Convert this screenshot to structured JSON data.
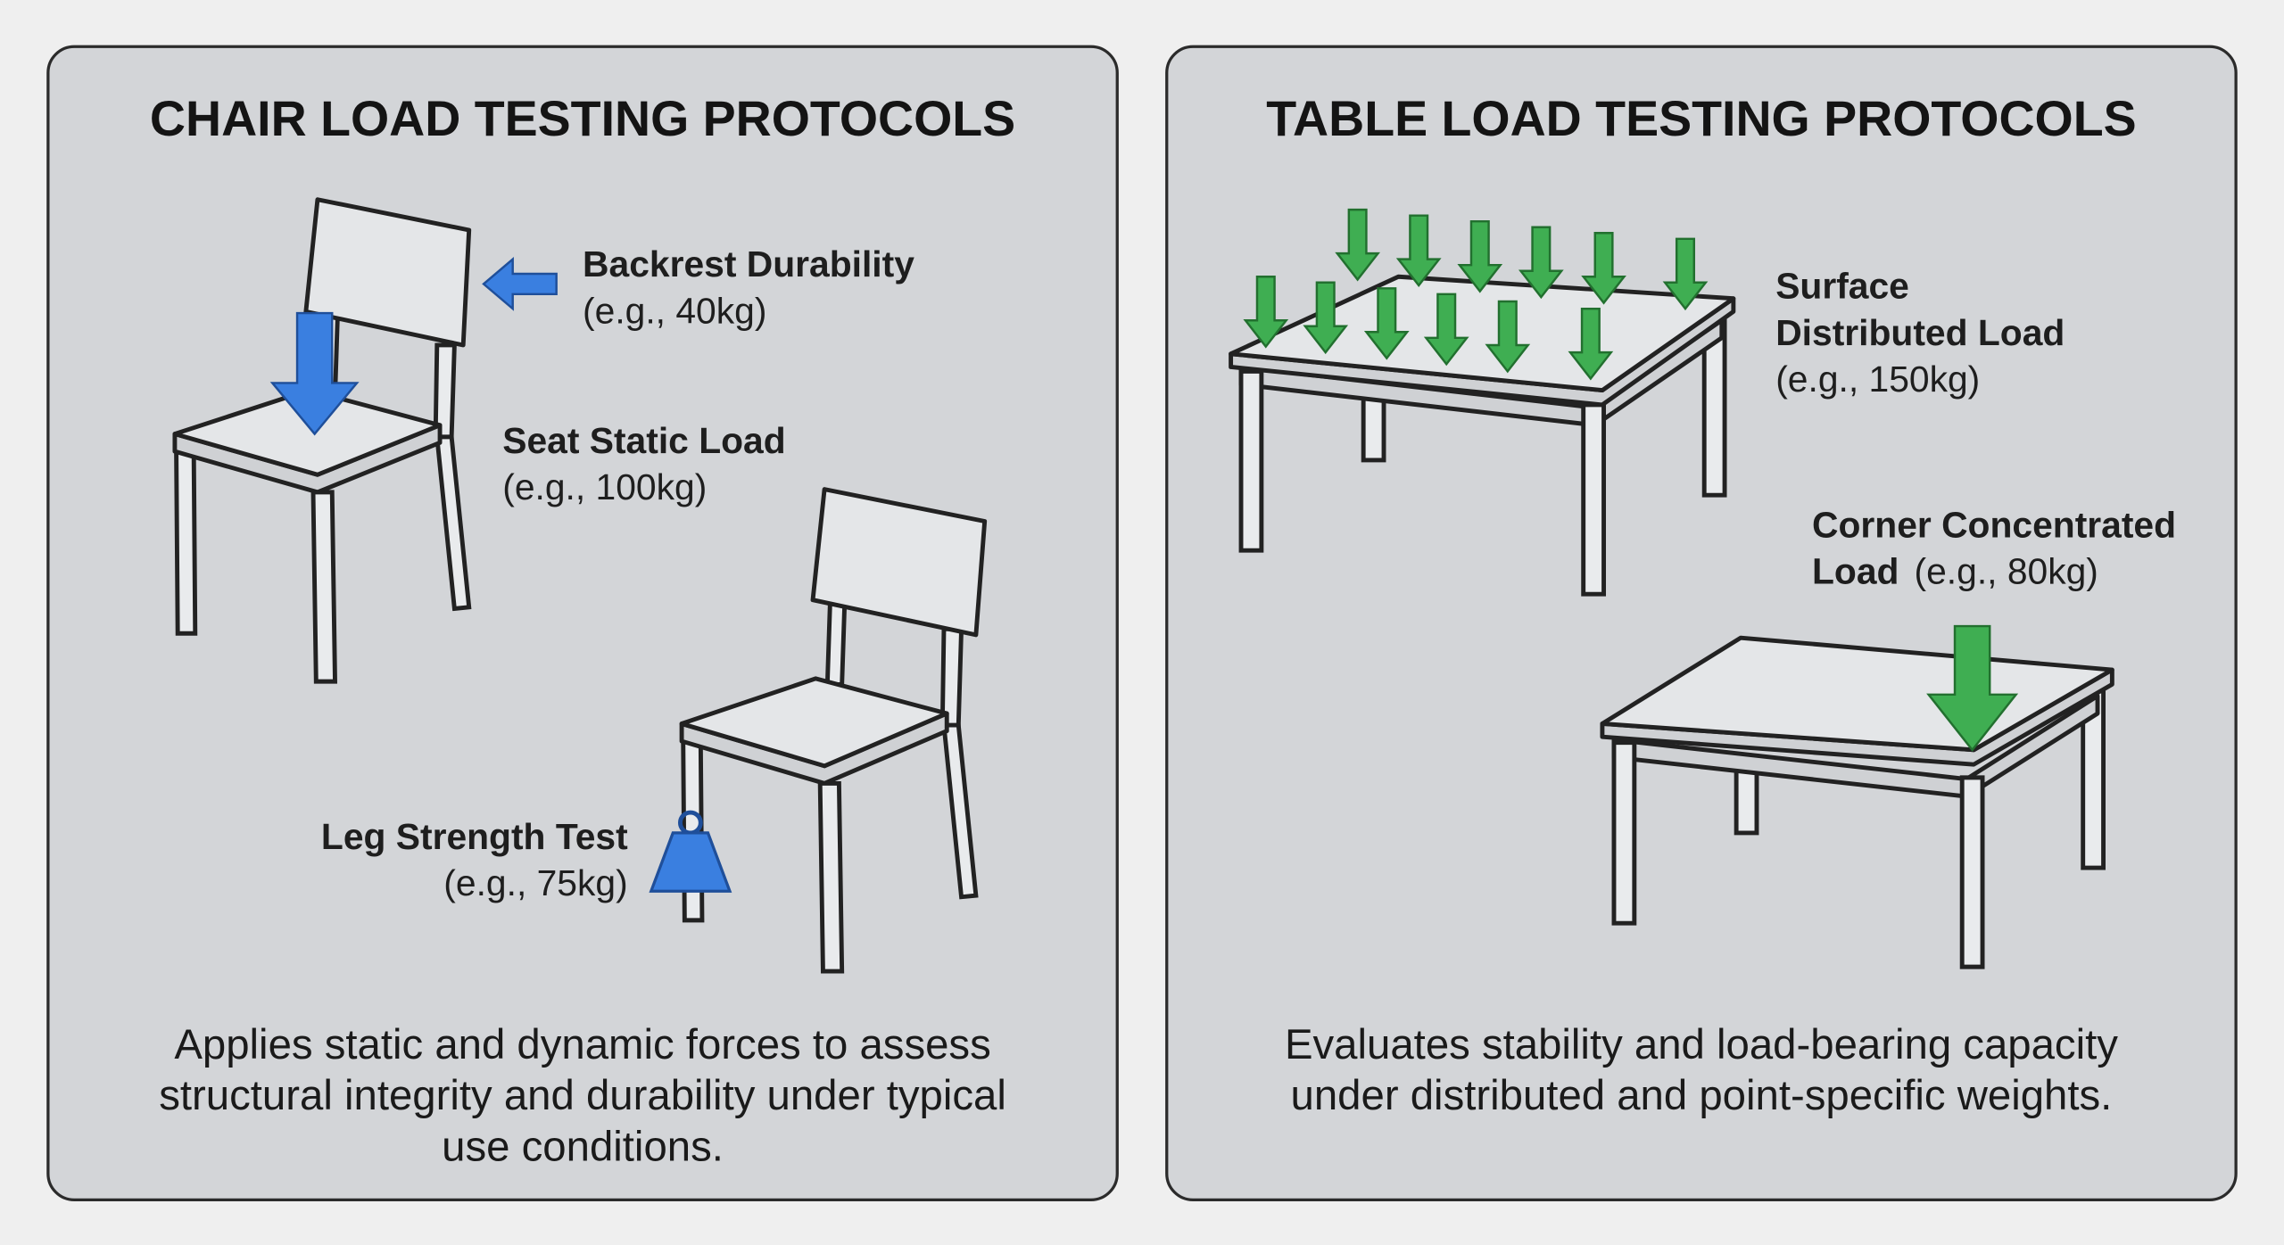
{
  "colors": {
    "chair_arrow": "#3a7fe0",
    "table_arrow": "#3fae52",
    "panel": "#d3d5d8"
  },
  "chair_panel": {
    "title": "CHAIR LOAD TESTING PROTOCOLS",
    "backrest": {
      "label": "Backrest Durability",
      "value": "(e.g., 40kg)"
    },
    "seat": {
      "label": "Seat Static Load",
      "value": "(e.g., 100kg)"
    },
    "leg": {
      "label": "Leg Strength Test",
      "value": "(e.g., 75kg)"
    },
    "description": [
      "Applies static and dynamic forces to assess",
      "structural integrity and durability under typical",
      "use conditions."
    ]
  },
  "table_panel": {
    "title": "TABLE LOAD TESTING PROTOCOLS",
    "surface": {
      "label1": "Surface",
      "label2": "Distributed Load",
      "value": "(e.g., 150kg)"
    },
    "corner": {
      "label1": "Corner Concentrated",
      "label2": "Load",
      "value": "(e.g., 80kg)"
    },
    "description": [
      "Evaluates stability and load-bearing capacity",
      "under distributed and point-specific weights."
    ]
  }
}
